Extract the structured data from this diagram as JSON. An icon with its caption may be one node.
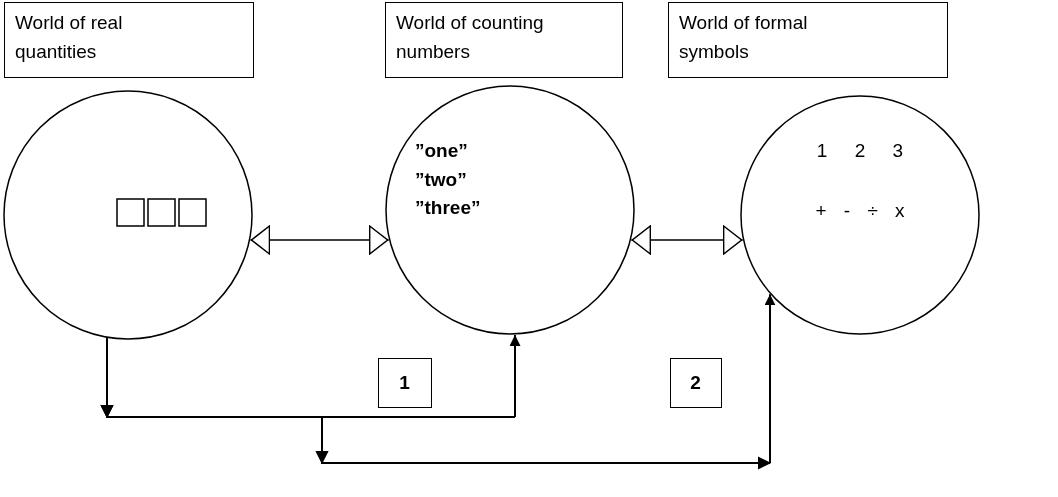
{
  "diagram": {
    "nodes": [
      {
        "text": [
          "World of real quantities"
        ]
      },
      {
        "text": [
          "World of counting numbers"
        ]
      },
      {
        "text": [
          "World of formal symbols"
        ]
      },
      {
        "text": [],
        "shape": "circle"
      },
      {
        "text": [
          "”one” ”two” ”three”"
        ]
      },
      {
        "text": [
          "1 2 3",
          "+ - ÷ x"
        ]
      },
      {
        "text": [
          "1"
        ]
      },
      {
        "text": [
          "2"
        ]
      }
    ],
    "edges": [
      {
        "from": 3,
        "to": 4,
        "arrow": "both"
      },
      {
        "from": 4,
        "to": 5,
        "arrow": "both"
      },
      {
        "from": 3,
        "to": 4,
        "arrow": "to"
      },
      {
        "from": 3,
        "to": 5,
        "arrow": "to"
      }
    ]
  }
}
